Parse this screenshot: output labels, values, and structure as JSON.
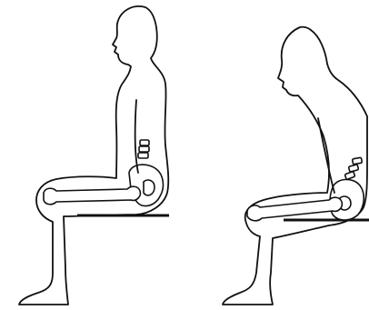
{
  "figures": [
    {
      "name": "upright-sitting",
      "posture": "upright"
    },
    {
      "name": "slouched-sitting",
      "posture": "slouched"
    }
  ],
  "colors": {
    "line": "#111111",
    "background": "#ffffff"
  }
}
